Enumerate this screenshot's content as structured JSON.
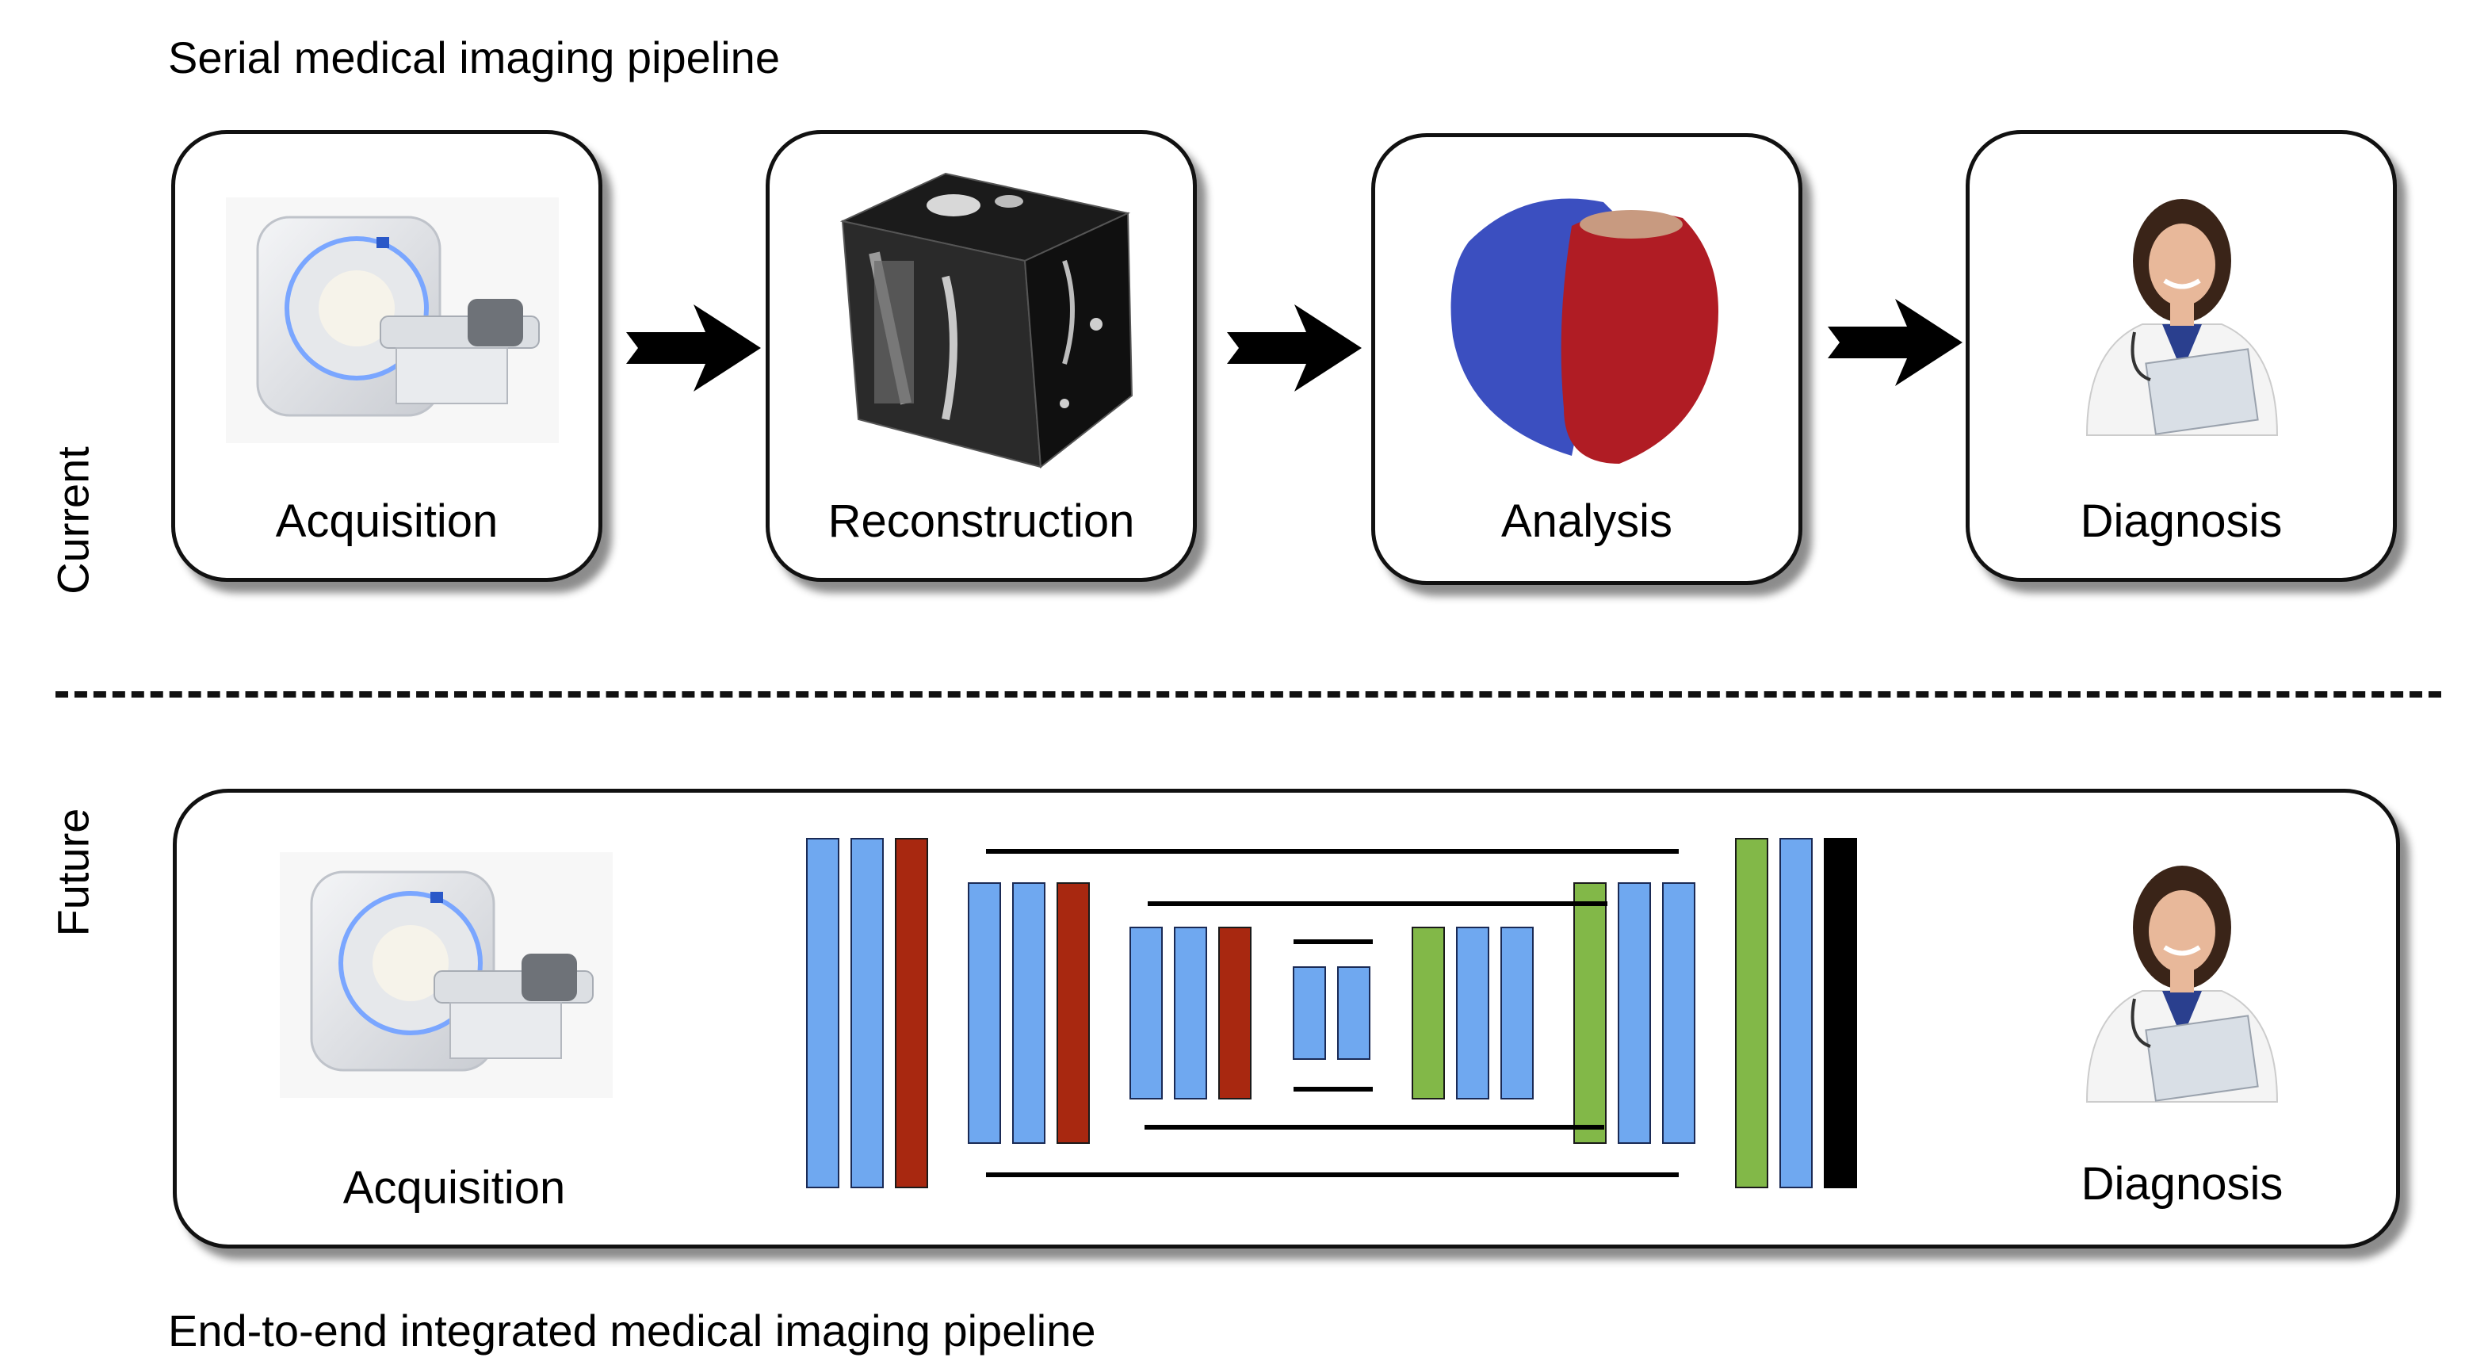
{
  "top_title": "Serial medical imaging pipeline",
  "bottom_title": "End-to-end integrated medical imaging pipeline",
  "row_labels": {
    "current": "Current",
    "future": "Future"
  },
  "current_steps": [
    {
      "label": "Acquisition",
      "icon": "mri-scanner-icon"
    },
    {
      "label": "Reconstruction",
      "icon": "ct-volume-cube-icon"
    },
    {
      "label": "Analysis",
      "icon": "heart-segmentation-icon"
    },
    {
      "label": "Diagnosis",
      "icon": "doctor-icon"
    }
  ],
  "future_steps": {
    "start_label": "Acquisition",
    "end_label": "Diagnosis",
    "network_icon": "unet-architecture-icon"
  },
  "colors": {
    "conv_block": "#6fa8f0",
    "pool_block": "#a82810",
    "upsample_block": "#82b848",
    "output_block": "#000000",
    "heart_left": "#3b4fc0",
    "heart_right": "#b01c24"
  }
}
